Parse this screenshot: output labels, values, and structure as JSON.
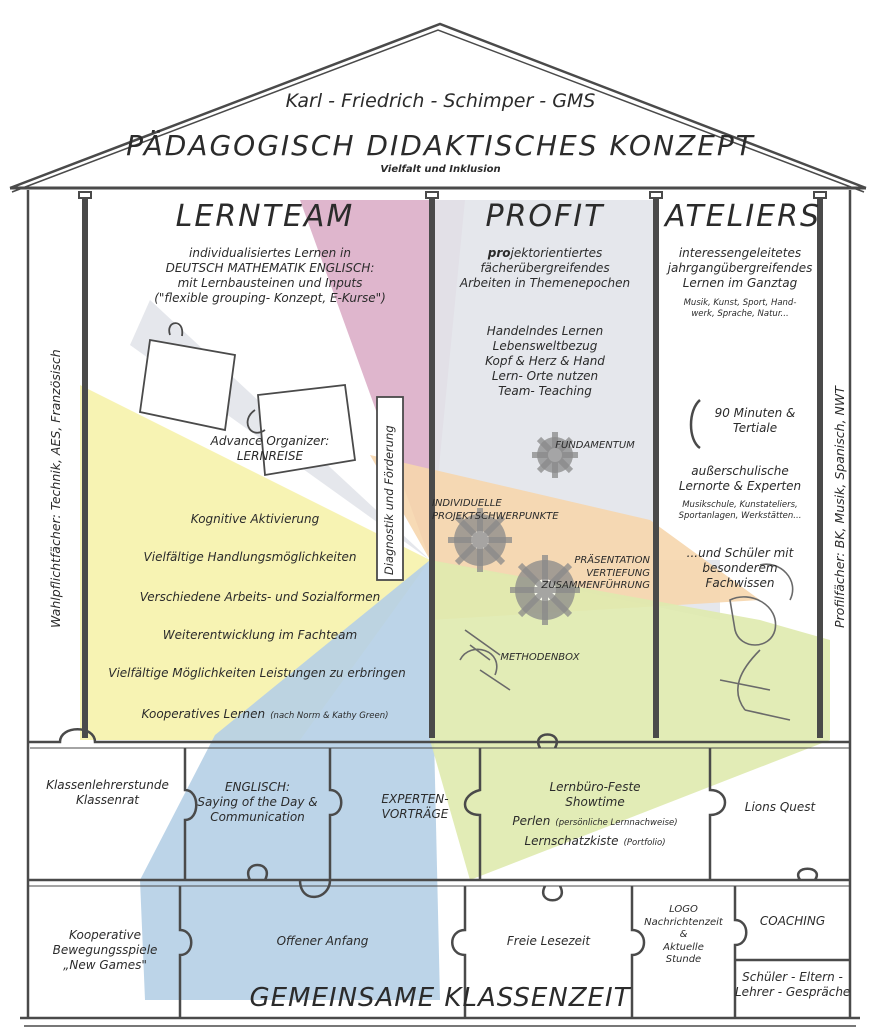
{
  "school_name": "Karl - Friedrich - Schimper - GMS",
  "concept_title": "PÄDAGOGISCH DIDAKTISCHES KONZEPT",
  "concept_subtitle": "Vielfalt und Inklusion",
  "left_pillar": "Wahlpflichtfächer: Technik, AES, Französisch",
  "right_pillar": "Profilfächer: BK, Musik, Spanisch, NWT",
  "lernteam": {
    "title": "LERNTEAM",
    "intro": [
      "individualisiertes Lernen in",
      "DEUTSCH  MATHEMATIK  ENGLISCH:",
      "mit Lernbausteinen und Inputs",
      "(\"flexible grouping- Konzept, E-Kurse\")"
    ],
    "organizer": [
      "Advance Organizer:",
      "LERNREISE"
    ],
    "items": [
      "Kognitive Aktivierung",
      "Vielfältige Handlungsmöglichkeiten",
      "Verschiedene Arbeits- und Sozialformen",
      "Weiterentwicklung im Fachteam",
      "Vielfältige Möglichkeiten Leistungen zu erbringen"
    ],
    "kooperativ": "Kooperatives Lernen",
    "kooperativ_note": "(nach Norm & Kathy Green)",
    "diagnostik": "Diagnostik und Förderung"
  },
  "profit": {
    "title": "PROFIT",
    "intro_bold": "pro",
    "intro_rest": "jektorientiertes",
    "intro_lines": [
      "fächerübergreifendes",
      "Arbeiten in Themenepochen"
    ],
    "items": [
      "Handelndes Lernen",
      "Lebensweltbezug",
      "Kopf & Herz & Hand",
      "Lern- Orte nutzen",
      "Team- Teaching"
    ],
    "fundamentum": "FUNDAMENTUM",
    "schwerpunkte": [
      "INDIVIDUELLE",
      "PROJEKTSCHWERPUNKTE"
    ],
    "praesentation": [
      "PRÄSENTATION",
      "VERTIEFUNG",
      "ZUSAMMENFÜHRUNG"
    ],
    "methodenbox": "METHODENBOX"
  },
  "ateliers": {
    "title": "ATELIERS",
    "intro": [
      "interessengeleitetes",
      "jahrgangübergreifendes",
      "Lernen im Ganztag"
    ],
    "subjects": [
      "Musik, Kunst, Sport, Hand-",
      "werk, Sprache, Natur..."
    ],
    "minuten": [
      "90 Minuten &",
      "Tertiale"
    ],
    "lernorte": [
      "außerschulische",
      "Lernorte & Experten"
    ],
    "lernorte_sub": [
      "Musikschule, Kunstateliers,",
      "Sportanlagen, Werkstätten..."
    ],
    "schueler": [
      "...und Schüler mit",
      "besonderem",
      "Fachwissen"
    ]
  },
  "puzzle_row1": {
    "klassenlehrer": [
      "Klassenlehrerstunde",
      "Klassenrat"
    ],
    "englisch": [
      "ENGLISCH:",
      "Saying of the Day &",
      "Communication"
    ],
    "experten": [
      "EXPERTEN-",
      "VORTRÄGE"
    ],
    "lernbuero": [
      "Lernbüro-Feste",
      "Showtime"
    ],
    "perlen": "Perlen",
    "perlen_note": "(persönliche Lernnachweise)",
    "lernschatz": "Lernschatzkiste",
    "lernschatz_note": "(Portfolio)",
    "lions": "Lions Quest"
  },
  "puzzle_row2": {
    "kooperative": [
      "Kooperative",
      "Bewegungsspiele",
      "„New Games\""
    ],
    "offener": "Offener Anfang",
    "lesezeit": "Freie Lesezeit",
    "logo": [
      "LOGO",
      "Nachrichtenzeit",
      "&",
      "Aktuelle",
      "Stunde"
    ],
    "coaching": "COACHING",
    "gespraeche": [
      "Schüler - Eltern -",
      "Lehrer - Gespräche"
    ]
  },
  "footer_title": "GEMEINSAME  KLASSENZEIT",
  "colors": {
    "yellow": "#f6f1a6",
    "magenta": "#d9a9c4",
    "blue": "#b5cfe6",
    "orange": "#f6d6ad",
    "green": "#dfeaae",
    "grey": "#e2e4ea",
    "line": "#4a4a4a"
  }
}
